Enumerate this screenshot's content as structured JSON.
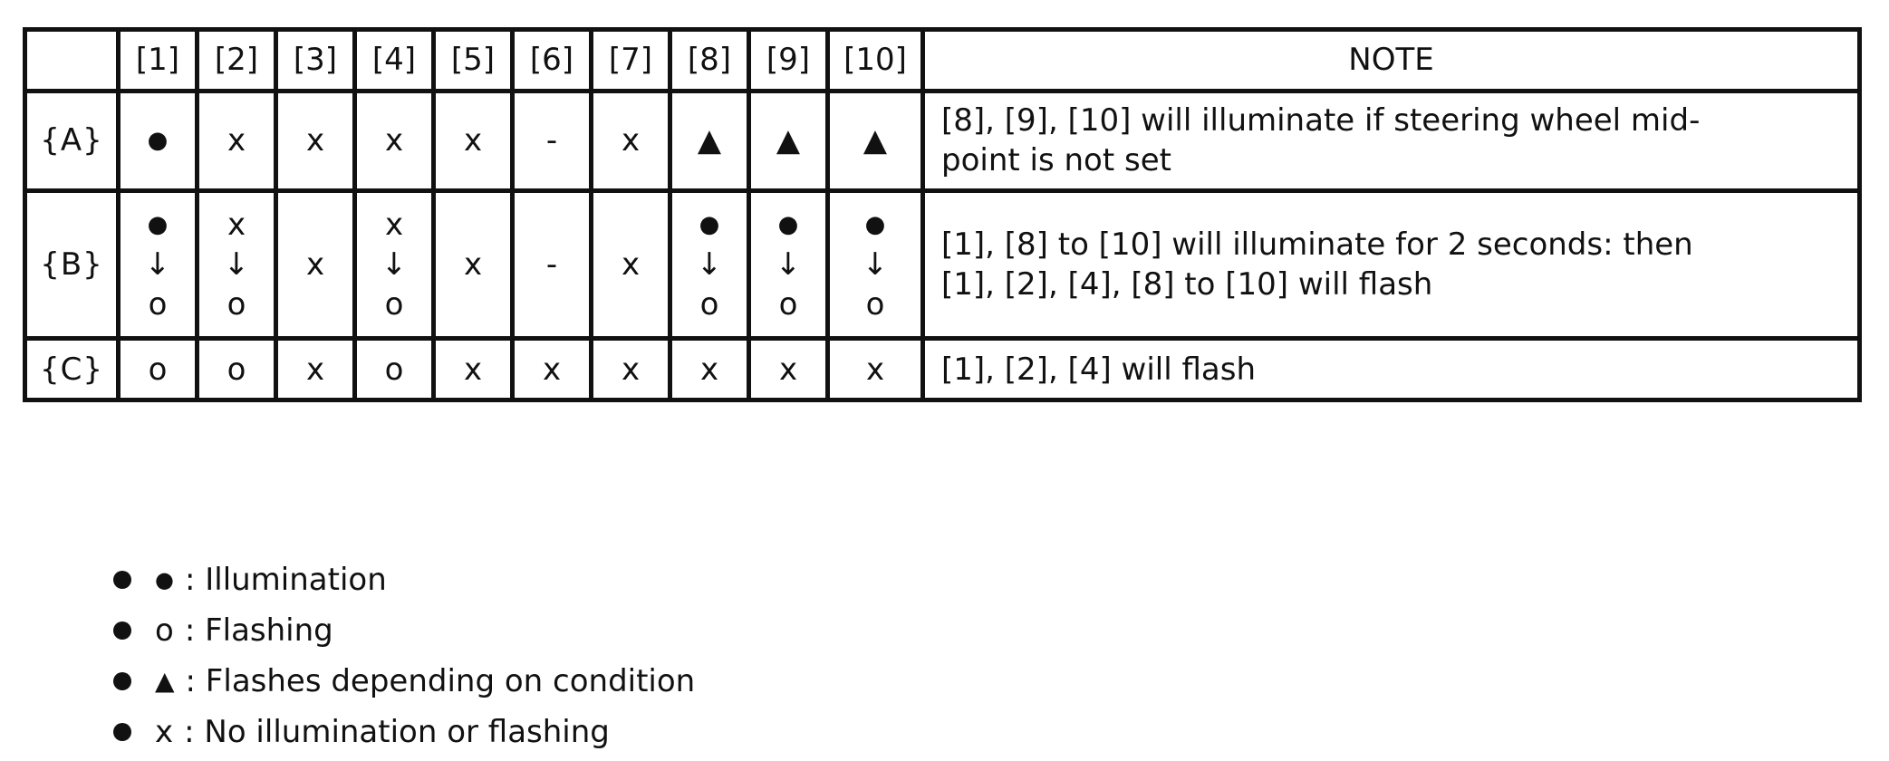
{
  "table": {
    "headers": [
      "",
      "[1]",
      "[2]",
      "[3]",
      "[4]",
      "[5]",
      "[6]",
      "[7]",
      "[8]",
      "[9]",
      "[10]",
      "NOTE"
    ],
    "rows": [
      {
        "label": "{A}",
        "cells": [
          "●",
          "x",
          "x",
          "x",
          "x",
          "-",
          "x",
          "▲",
          "▲",
          "▲"
        ],
        "note": [
          "[8], [9], [10] will illuminate if steering wheel mid-",
          "point is not set"
        ]
      },
      {
        "label": "{B}",
        "cells": [
          [
            "●",
            "↓",
            "o"
          ],
          [
            "x",
            "↓",
            "o"
          ],
          "x",
          [
            "x",
            "↓",
            "o"
          ],
          "x",
          "-",
          "x",
          [
            "●",
            "↓",
            "o"
          ],
          [
            "●",
            "↓",
            "o"
          ],
          [
            "●",
            "↓",
            "o"
          ]
        ],
        "note": [
          "[1], [8] to [10] will illuminate for 2 seconds: then",
          "[1], [2], [4], [8] to [10] will flash"
        ]
      },
      {
        "label": "{C}",
        "cells": [
          "o",
          "o",
          "x",
          "o",
          "x",
          "x",
          "x",
          "x",
          "x",
          "x"
        ],
        "note": [
          "[1], [2], [4] will flash"
        ]
      }
    ]
  },
  "legend": [
    {
      "symbol": "●",
      "text": ": Illumination"
    },
    {
      "symbol": "o",
      "text": ": Flashing"
    },
    {
      "symbol": "▲",
      "text": ": Flashes depending on condition"
    },
    {
      "symbol": "x",
      "text": ": No illumination or flashing"
    }
  ]
}
